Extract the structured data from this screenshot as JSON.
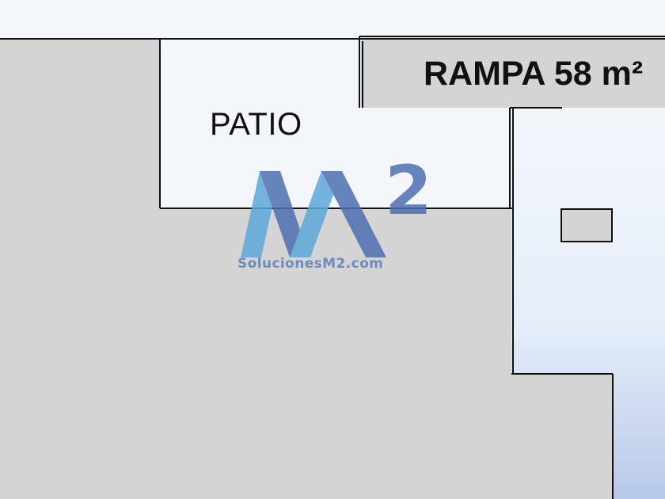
{
  "plan": {
    "colors": {
      "background": "#f3f7fc",
      "gray_area": "#d4d4d4",
      "wall": "#111111",
      "gradient_bottom": "#b7c8e8"
    },
    "rooms": {
      "patio": {
        "label": "PATIO"
      },
      "rampa": {
        "label": "RAMPA 58 m²"
      }
    }
  },
  "watermark": {
    "logo_letters": "M²",
    "text": "SolucionesM2.com",
    "colors": {
      "primary": "#4f6fb0",
      "secondary": "#5ea8d8"
    }
  }
}
